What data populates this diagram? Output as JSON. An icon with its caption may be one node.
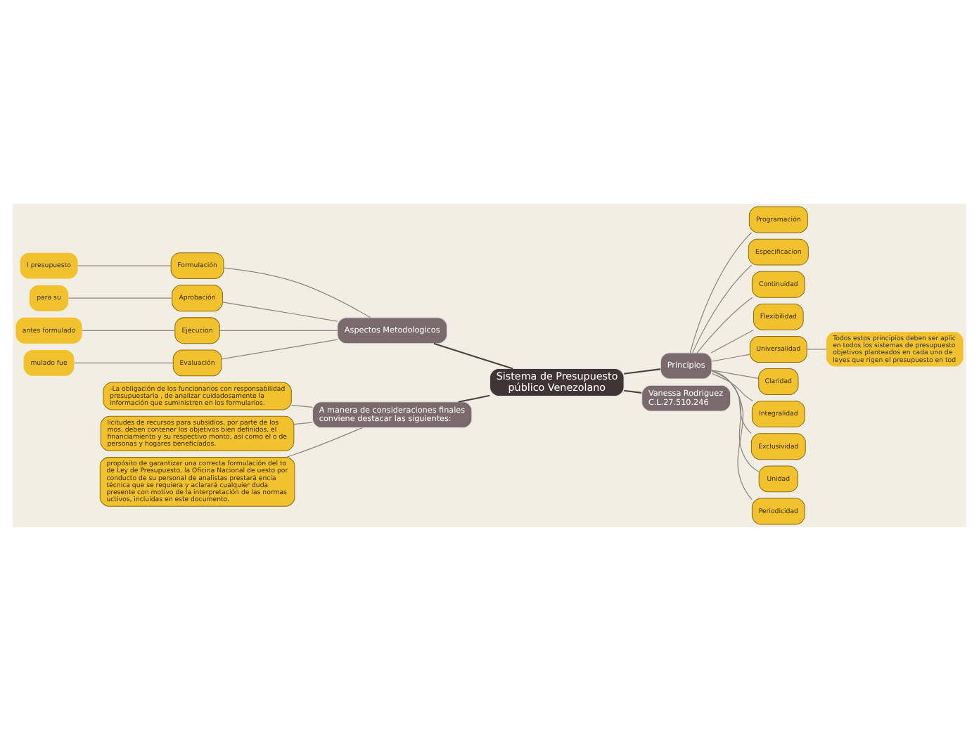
{
  "diagram": {
    "nodes": [
      {
        "text": [
          "Sistema de Presupuesto público Venezolano"
        ]
      },
      {
        "text": [
          "Aspectos Metodologicos"
        ]
      },
      {
        "text": [
          "Formulación"
        ]
      },
      {
        "text": [
          "l presupuesto"
        ]
      },
      {
        "text": [
          "Aprobación"
        ]
      },
      {
        "text": [
          "para su"
        ]
      },
      {
        "text": [
          "Ejecucion"
        ]
      },
      {
        "text": [
          "antes formulado"
        ]
      },
      {
        "text": [
          "Evaluación"
        ]
      },
      {
        "text": [
          "mulado fue"
        ]
      },
      {
        "text": [
          "Principios"
        ]
      },
      {
        "text": [
          "Programación"
        ]
      },
      {
        "text": [
          "Especificacion"
        ]
      },
      {
        "text": [
          "Continuidad"
        ]
      },
      {
        "text": [
          "Flexibilidad"
        ]
      },
      {
        "text": [
          "Universalidad"
        ]
      },
      {
        "text": [
          "Todos estos principios deben ser aplic en todos los sistemas de presupuesto objetivos planteados en cada uno de leyes que rigen el presupuesto en tod"
        ]
      },
      {
        "text": [
          "Claridad"
        ]
      },
      {
        "text": [
          "Integralidad"
        ]
      },
      {
        "text": [
          "Exclusividad"
        ]
      },
      {
        "text": [
          "Unidad"
        ]
      },
      {
        "text": [
          "Periodicidad"
        ]
      },
      {
        "text": [
          "A manera de consideraciones finales conviene destacar las siguientes:"
        ]
      },
      {
        "text": [
          "-La obligación de los funcionarios con responsabilidad presupuestaria , de analizar cuidadosamente la información que suministren en los formularios."
        ]
      },
      {
        "text": [
          "licitudes de recursos para subsidios, por parte de los mos, deben contener los objetivos bien definidos, el financiamiento y su respectivo monto, así como el o de personas y hogares beneficiados."
        ]
      },
      {
        "text": [
          "propósito de garantizar una correcta formulación del to de Ley de Presupuesto, la Oficina Nacional de uesto por conducto de su personal de analistas prestará encia técnica que se requiera y aclarará cualquier duda presente con motivo de la interpretación de las normas uctivos, incluidas en este documento."
        ]
      },
      {
        "text": [
          "Vanessa Rodriguez C.L.27.510.246"
        ]
      }
    ],
    "edges": [
      {
        "from": 0,
        "to": 1,
        "arrow": "none"
      },
      {
        "from": 1,
        "to": 2,
        "arrow": "none"
      },
      {
        "from": 2,
        "to": 3,
        "arrow": "none"
      },
      {
        "from": 1,
        "to": 4,
        "arrow": "none"
      },
      {
        "from": 4,
        "to": 5,
        "arrow": "none"
      },
      {
        "from": 1,
        "to": 6,
        "arrow": "none"
      },
      {
        "from": 6,
        "to": 7,
        "arrow": "none"
      },
      {
        "from": 1,
        "to": 8,
        "arrow": "none"
      },
      {
        "from": 8,
        "to": 9,
        "arrow": "none"
      },
      {
        "from": 0,
        "to": 10,
        "arrow": "none"
      },
      {
        "from": 10,
        "to": 11,
        "arrow": "none"
      },
      {
        "from": 10,
        "to": 12,
        "arrow": "none"
      },
      {
        "from": 10,
        "to": 13,
        "arrow": "none"
      },
      {
        "from": 10,
        "to": 14,
        "arrow": "none"
      },
      {
        "from": 10,
        "to": 15,
        "arrow": "none"
      },
      {
        "from": 15,
        "to": 16,
        "arrow": "none"
      },
      {
        "from": 10,
        "to": 17,
        "arrow": "none"
      },
      {
        "from": 10,
        "to": 18,
        "arrow": "none"
      },
      {
        "from": 10,
        "to": 19,
        "arrow": "none"
      },
      {
        "from": 10,
        "to": 20,
        "arrow": "none"
      },
      {
        "from": 10,
        "to": 21,
        "arrow": "none"
      },
      {
        "from": 0,
        "to": 22,
        "arrow": "none"
      },
      {
        "from": 22,
        "to": 23,
        "arrow": "none"
      },
      {
        "from": 22,
        "to": 24,
        "arrow": "none"
      },
      {
        "from": 22,
        "to": 25,
        "arrow": "none"
      },
      {
        "from": 0,
        "to": 26,
        "arrow": "none"
      }
    ]
  }
}
